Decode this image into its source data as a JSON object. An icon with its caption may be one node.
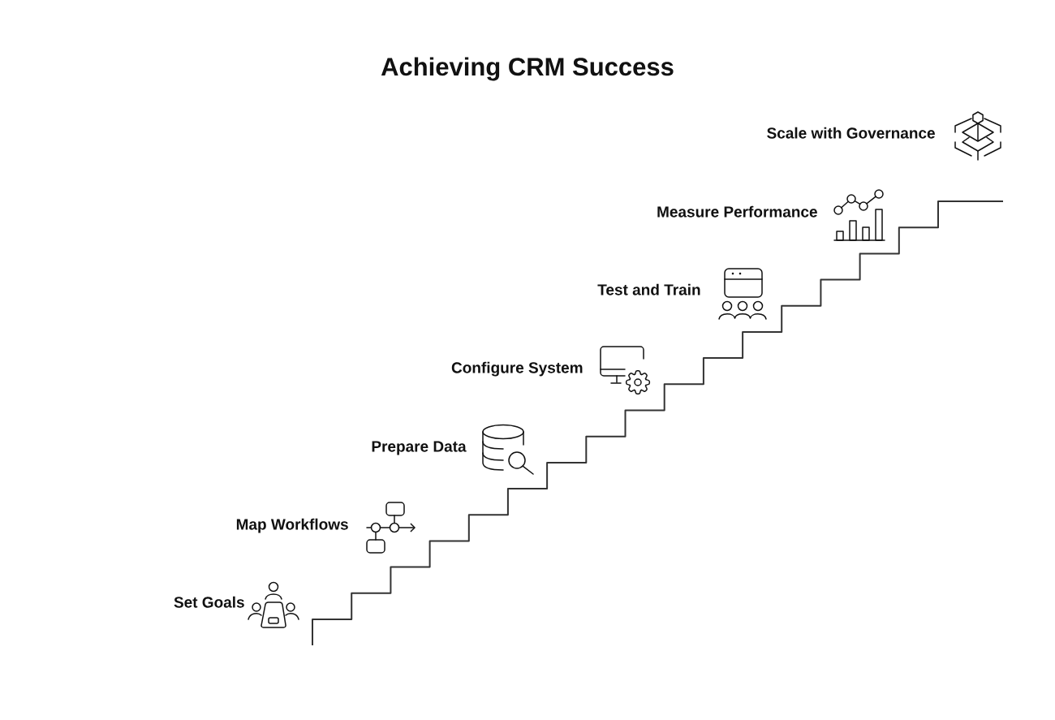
{
  "diagram": {
    "title": "Achieving CRM Success",
    "labels": [
      "Set Goals",
      "Map Workflows",
      "Prepare Data",
      "Configure System",
      "Test and Train",
      "Measure Performance",
      "Scale with Governance"
    ]
  }
}
